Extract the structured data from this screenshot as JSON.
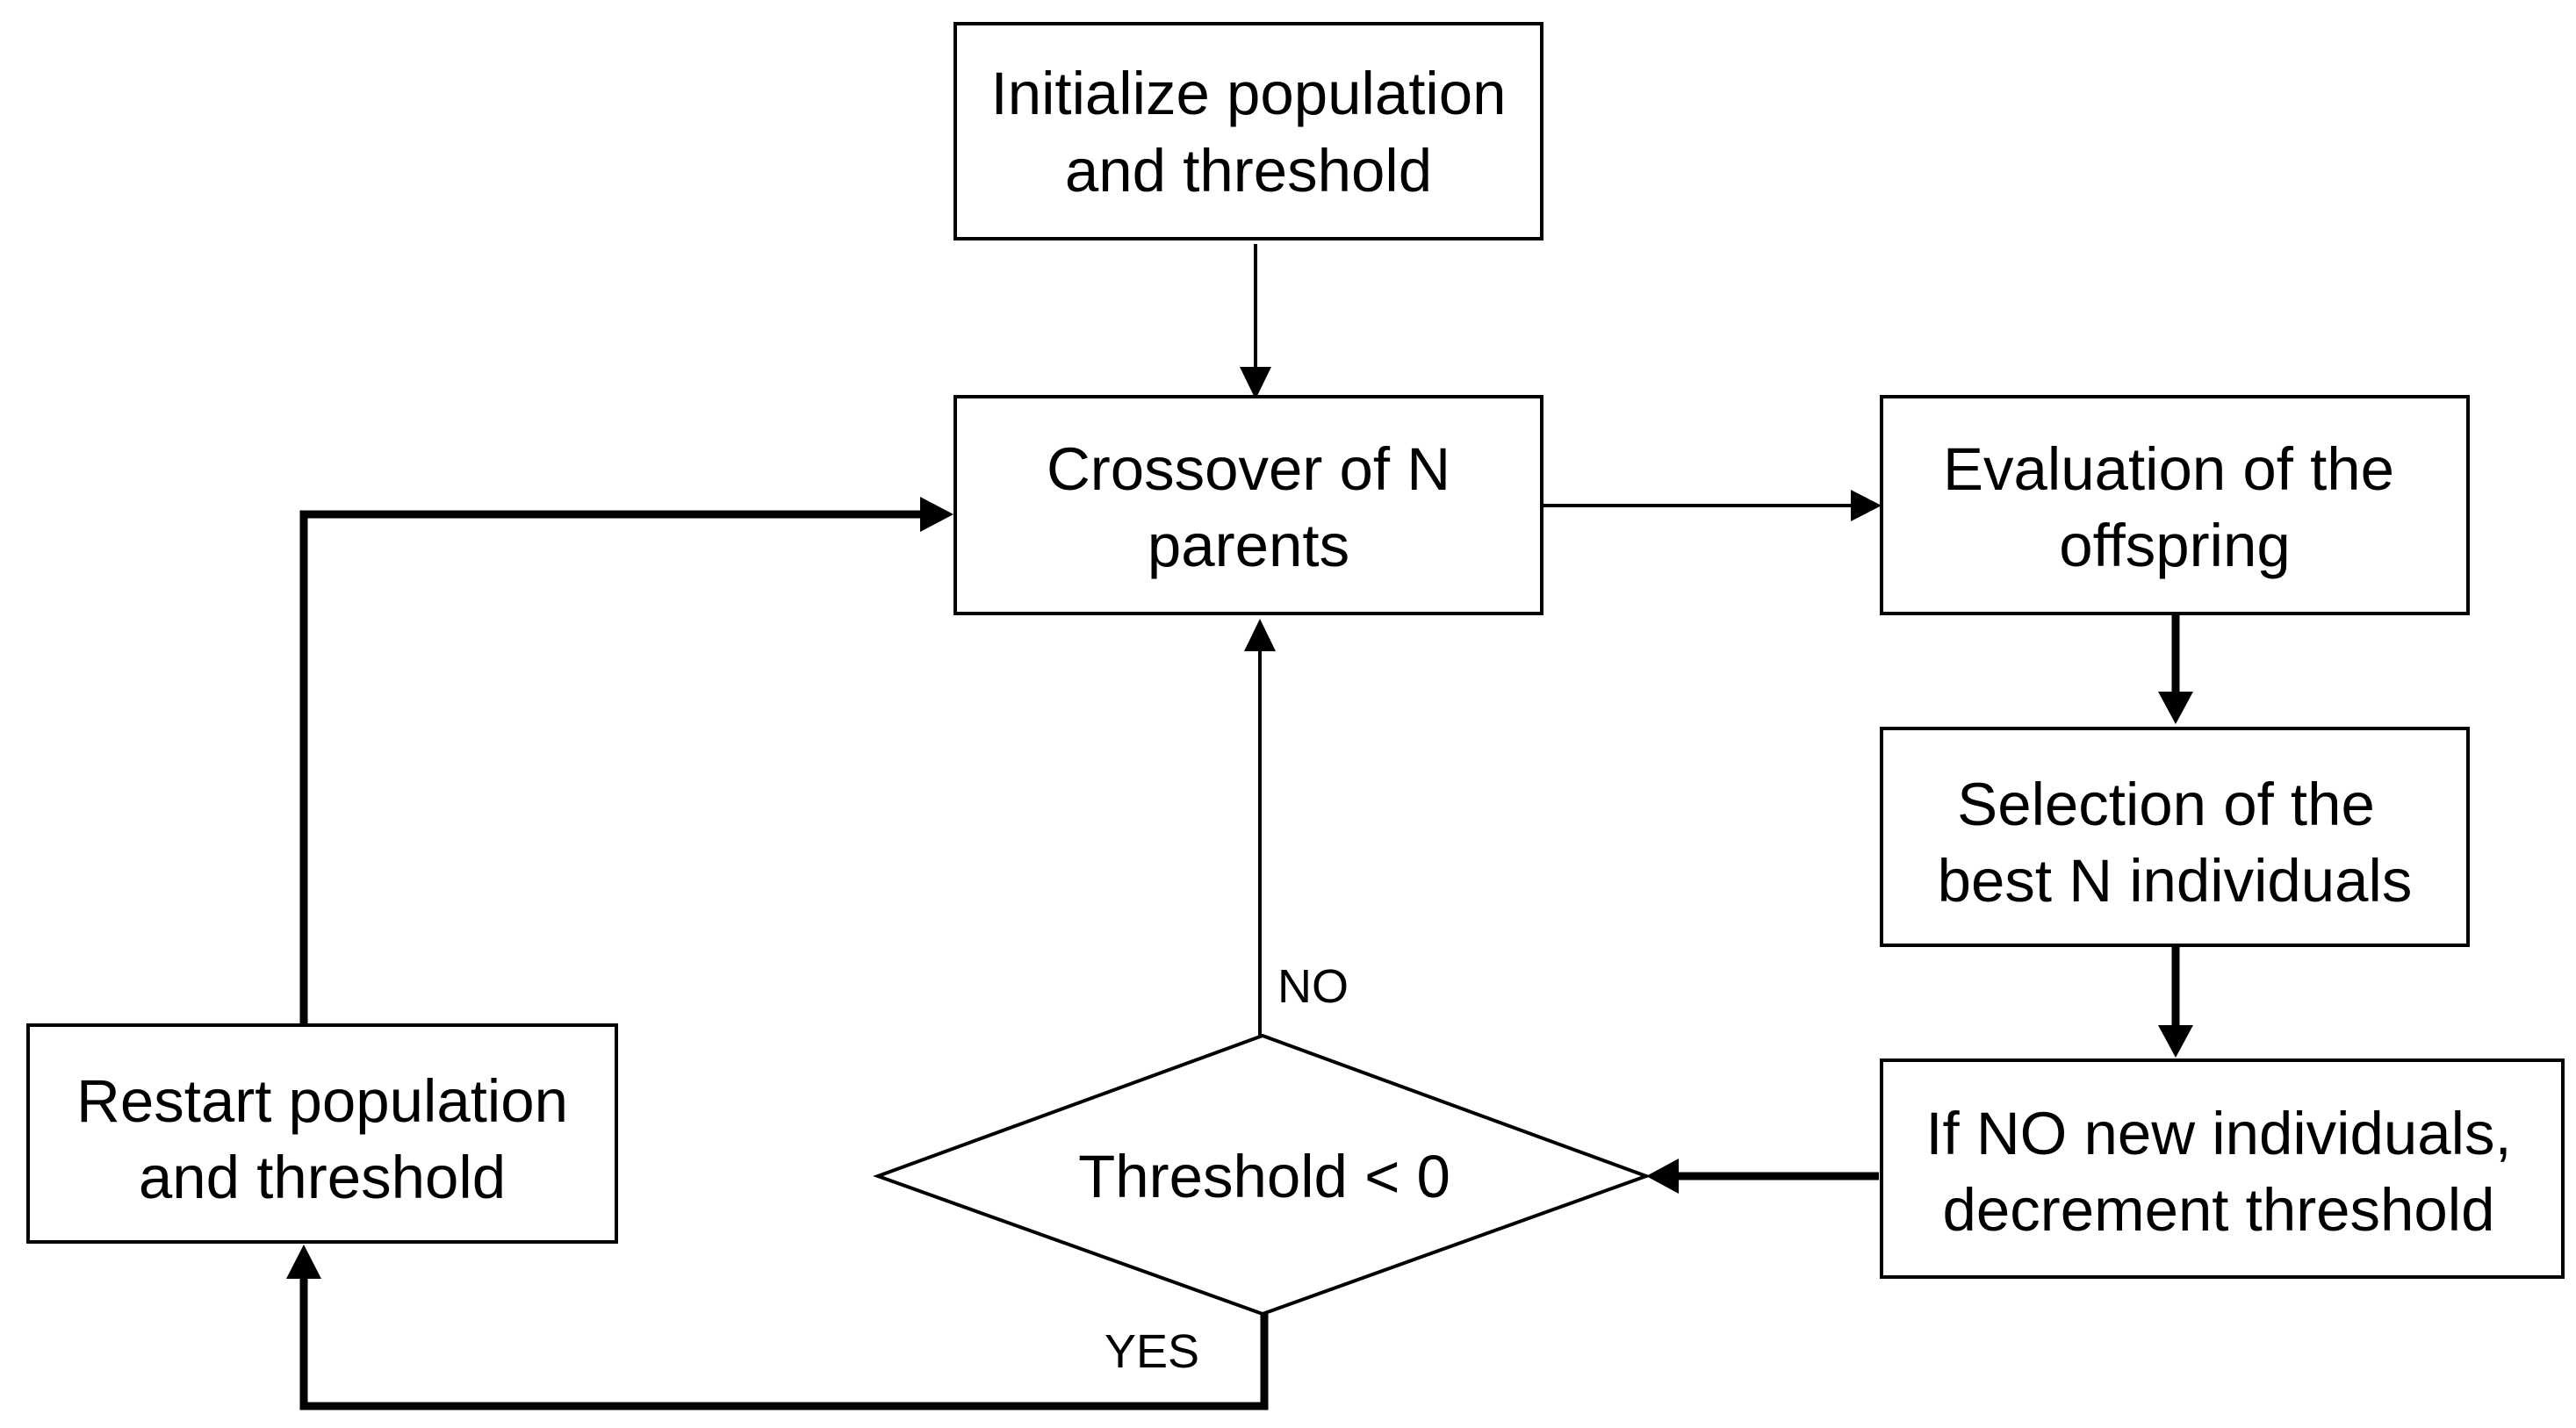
{
  "nodes": {
    "init": {
      "line1": "Initialize population",
      "line2": "and threshold"
    },
    "crossover": {
      "line1": "Crossover of N",
      "line2": "parents"
    },
    "evaluation": {
      "line1": "Evaluation of the",
      "line2": "offspring"
    },
    "selection": {
      "line1": "Selection of the",
      "line2": "best N individuals"
    },
    "decrement": {
      "line1": "If NO new individuals,",
      "line2": "decrement threshold"
    },
    "decision": {
      "label": "Threshold < 0"
    },
    "restart": {
      "line1": "Restart population",
      "line2": "and threshold"
    }
  },
  "edge_labels": {
    "no": "NO",
    "yes": "YES"
  },
  "colors": {
    "stroke": "#000000",
    "background": "#ffffff"
  }
}
